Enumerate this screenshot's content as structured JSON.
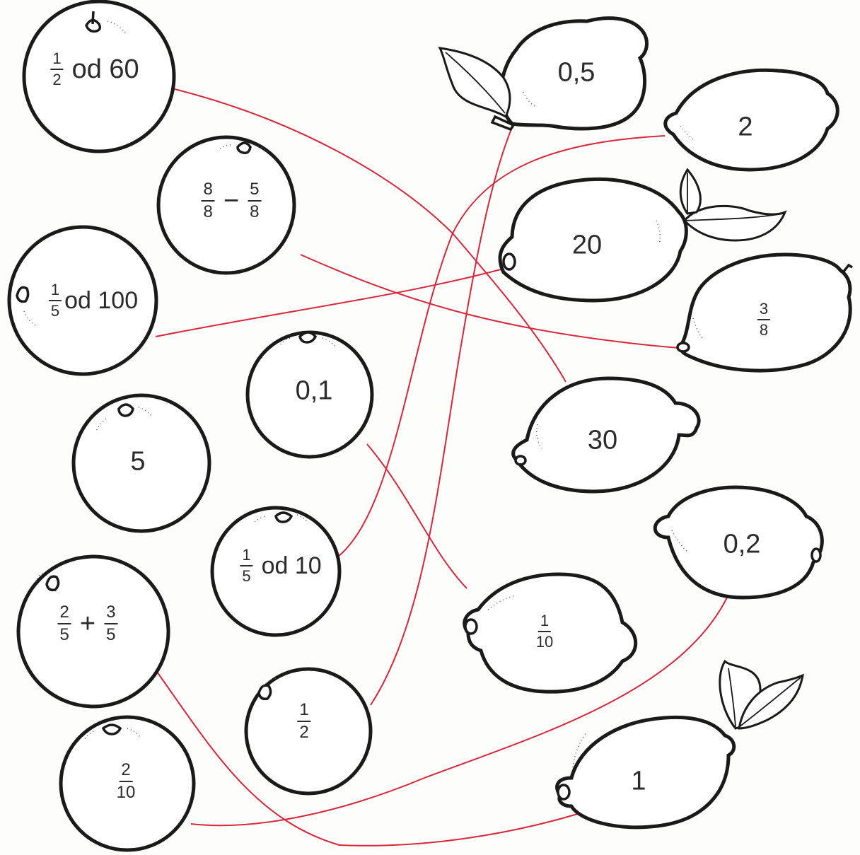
{
  "oranges": {
    "o1": {
      "num": "1",
      "den": "2",
      "suffix": "od 60"
    },
    "o2": {
      "left_num": "8",
      "left_den": "8",
      "op": "−",
      "right_num": "5",
      "right_den": "8"
    },
    "o3": {
      "num": "1",
      "den": "5",
      "suffix": "od 100"
    },
    "o4": {
      "text": "0,1"
    },
    "o5": {
      "text": "5"
    },
    "o6": {
      "num": "1",
      "den": "5",
      "suffix": "od 10"
    },
    "o7": {
      "left_num": "2",
      "left_den": "5",
      "op": "+",
      "right_num": "3",
      "right_den": "5"
    },
    "o8": {
      "num": "1",
      "den": "2"
    },
    "o9": {
      "num": "2",
      "den": "10"
    }
  },
  "lemons": {
    "l1": {
      "text": "0,5"
    },
    "l2": {
      "text": "2"
    },
    "l3": {
      "text": "20"
    },
    "l4": {
      "num": "3",
      "den": "8"
    },
    "l5": {
      "text": "30"
    },
    "l6": {
      "text": "0,2"
    },
    "l7": {
      "num": "1",
      "den": "10"
    },
    "l8": {
      "text": "1"
    }
  },
  "line_color": "#d8273a",
  "connections": [
    [
      "o1",
      "l5"
    ],
    [
      "o2",
      "l4"
    ],
    [
      "o3",
      "l3"
    ],
    [
      "o4",
      "l7"
    ],
    [
      "o6",
      "l2"
    ],
    [
      "o7",
      "l8"
    ],
    [
      "o8",
      "l1"
    ],
    [
      "o9",
      "l6"
    ]
  ]
}
